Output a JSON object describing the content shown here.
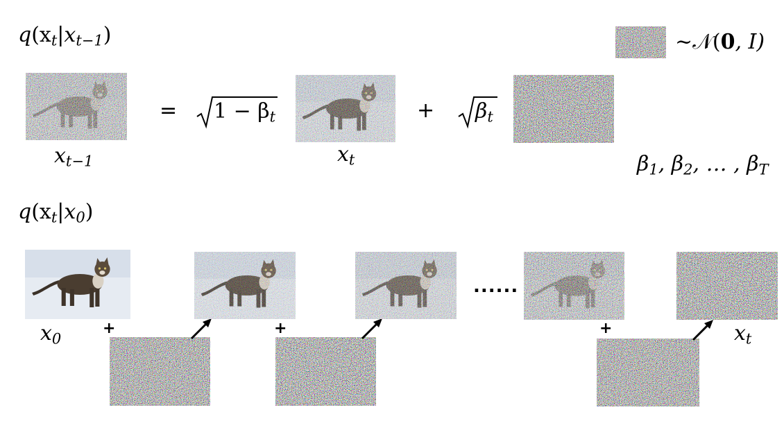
{
  "top": {
    "title_q": "q",
    "title_args": "(x",
    "title_sub_t": "t",
    "title_bar": "|x",
    "title_sub_tm1": "t−1",
    "title_close": ")",
    "equals": "=",
    "sqrt1_text": "1 − β",
    "sqrt1_sub": "t",
    "plus": "+",
    "sqrt2_text": "β",
    "sqrt2_sub": "t",
    "label_prev": "x",
    "label_prev_sub": "t−1",
    "label_cur": "x",
    "label_cur_sub": "t",
    "noise_dist": "~𝒩(",
    "noise_dist_zero": "𝟎",
    "noise_dist_rest": ", I)",
    "schedule_b1": "β",
    "schedule_b1_sub": "1",
    "schedule_sep1": ", β",
    "schedule_b2_sub": "2",
    "schedule_dots": ", … , β",
    "schedule_T_sub": "T"
  },
  "bottom": {
    "title_q": "q",
    "title_args": "(x",
    "title_sub_t": "t",
    "title_bar": "|x",
    "title_sub_0": "0",
    "title_close": ")",
    "label_x0": "x",
    "label_x0_sub": "0",
    "label_xt": "x",
    "label_xt_sub": "t",
    "plus": "+",
    "ellipsis": "......"
  },
  "colors": {
    "noise_base": "#8a8a8a",
    "snow": "#e6ebf2",
    "cat": "#4a3d30"
  }
}
